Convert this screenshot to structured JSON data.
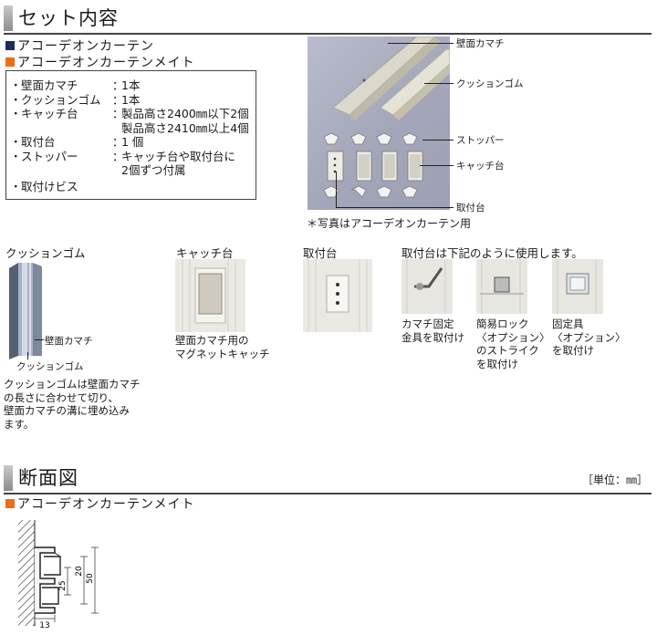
{
  "section1": {
    "title": "セット内容",
    "products": [
      "アコーデオンカーテン",
      "アコーデオンカーテンメイト"
    ],
    "items": [
      {
        "label": "壁面カマチ",
        "value": "1本"
      },
      {
        "label": "クッションゴム",
        "value": "1本"
      },
      {
        "label": "キャッチ台",
        "value": "製品高さ2400㎜以下2個\n製品高さ2410㎜以上4個"
      },
      {
        "label": "取付台",
        "value": "1 個"
      },
      {
        "label": "ストッパー",
        "value": "キャッチ台や取付台に\n2個ずつ付属"
      },
      {
        "label": "取付けビス",
        "value": ""
      }
    ],
    "photo_labels": {
      "wall_frame": "壁面カマチ",
      "cushion": "クッションゴム",
      "stopper": "ストッパー",
      "catch": "キャッチ台",
      "mount": "取付台"
    },
    "photo_note": "＊写真はアコーデオンカーテン用"
  },
  "parts": {
    "cushion": {
      "title": "クッションゴム",
      "label_frame": "壁面カマチ",
      "label_cushion": "クッションゴム",
      "desc": "クッションゴムは壁面カマチ\nの長さに合わせて切り、\n壁面カマチの溝に埋め込み\nます。"
    },
    "catch": {
      "title": "キャッチ台",
      "desc": "壁面カマチ用の\nマグネットキャッチ"
    },
    "mount": {
      "title": "取付台"
    },
    "usage": {
      "title": "取付台は下記のように使用します。",
      "items": [
        {
          "desc": "カマチ固定\n金具を取付け"
        },
        {
          "desc": "簡易ロック\n〈オプション〉\nのストライク\nを取付け"
        },
        {
          "desc": "固定具\n〈オプション〉\nを取付け"
        }
      ]
    }
  },
  "section2": {
    "title": "断面図",
    "unit": "［単位：㎜］",
    "product": "アコーデオンカーテンメイト",
    "dims": {
      "d13": "13",
      "d25": "25",
      "d20": "20",
      "d50": "50"
    }
  }
}
